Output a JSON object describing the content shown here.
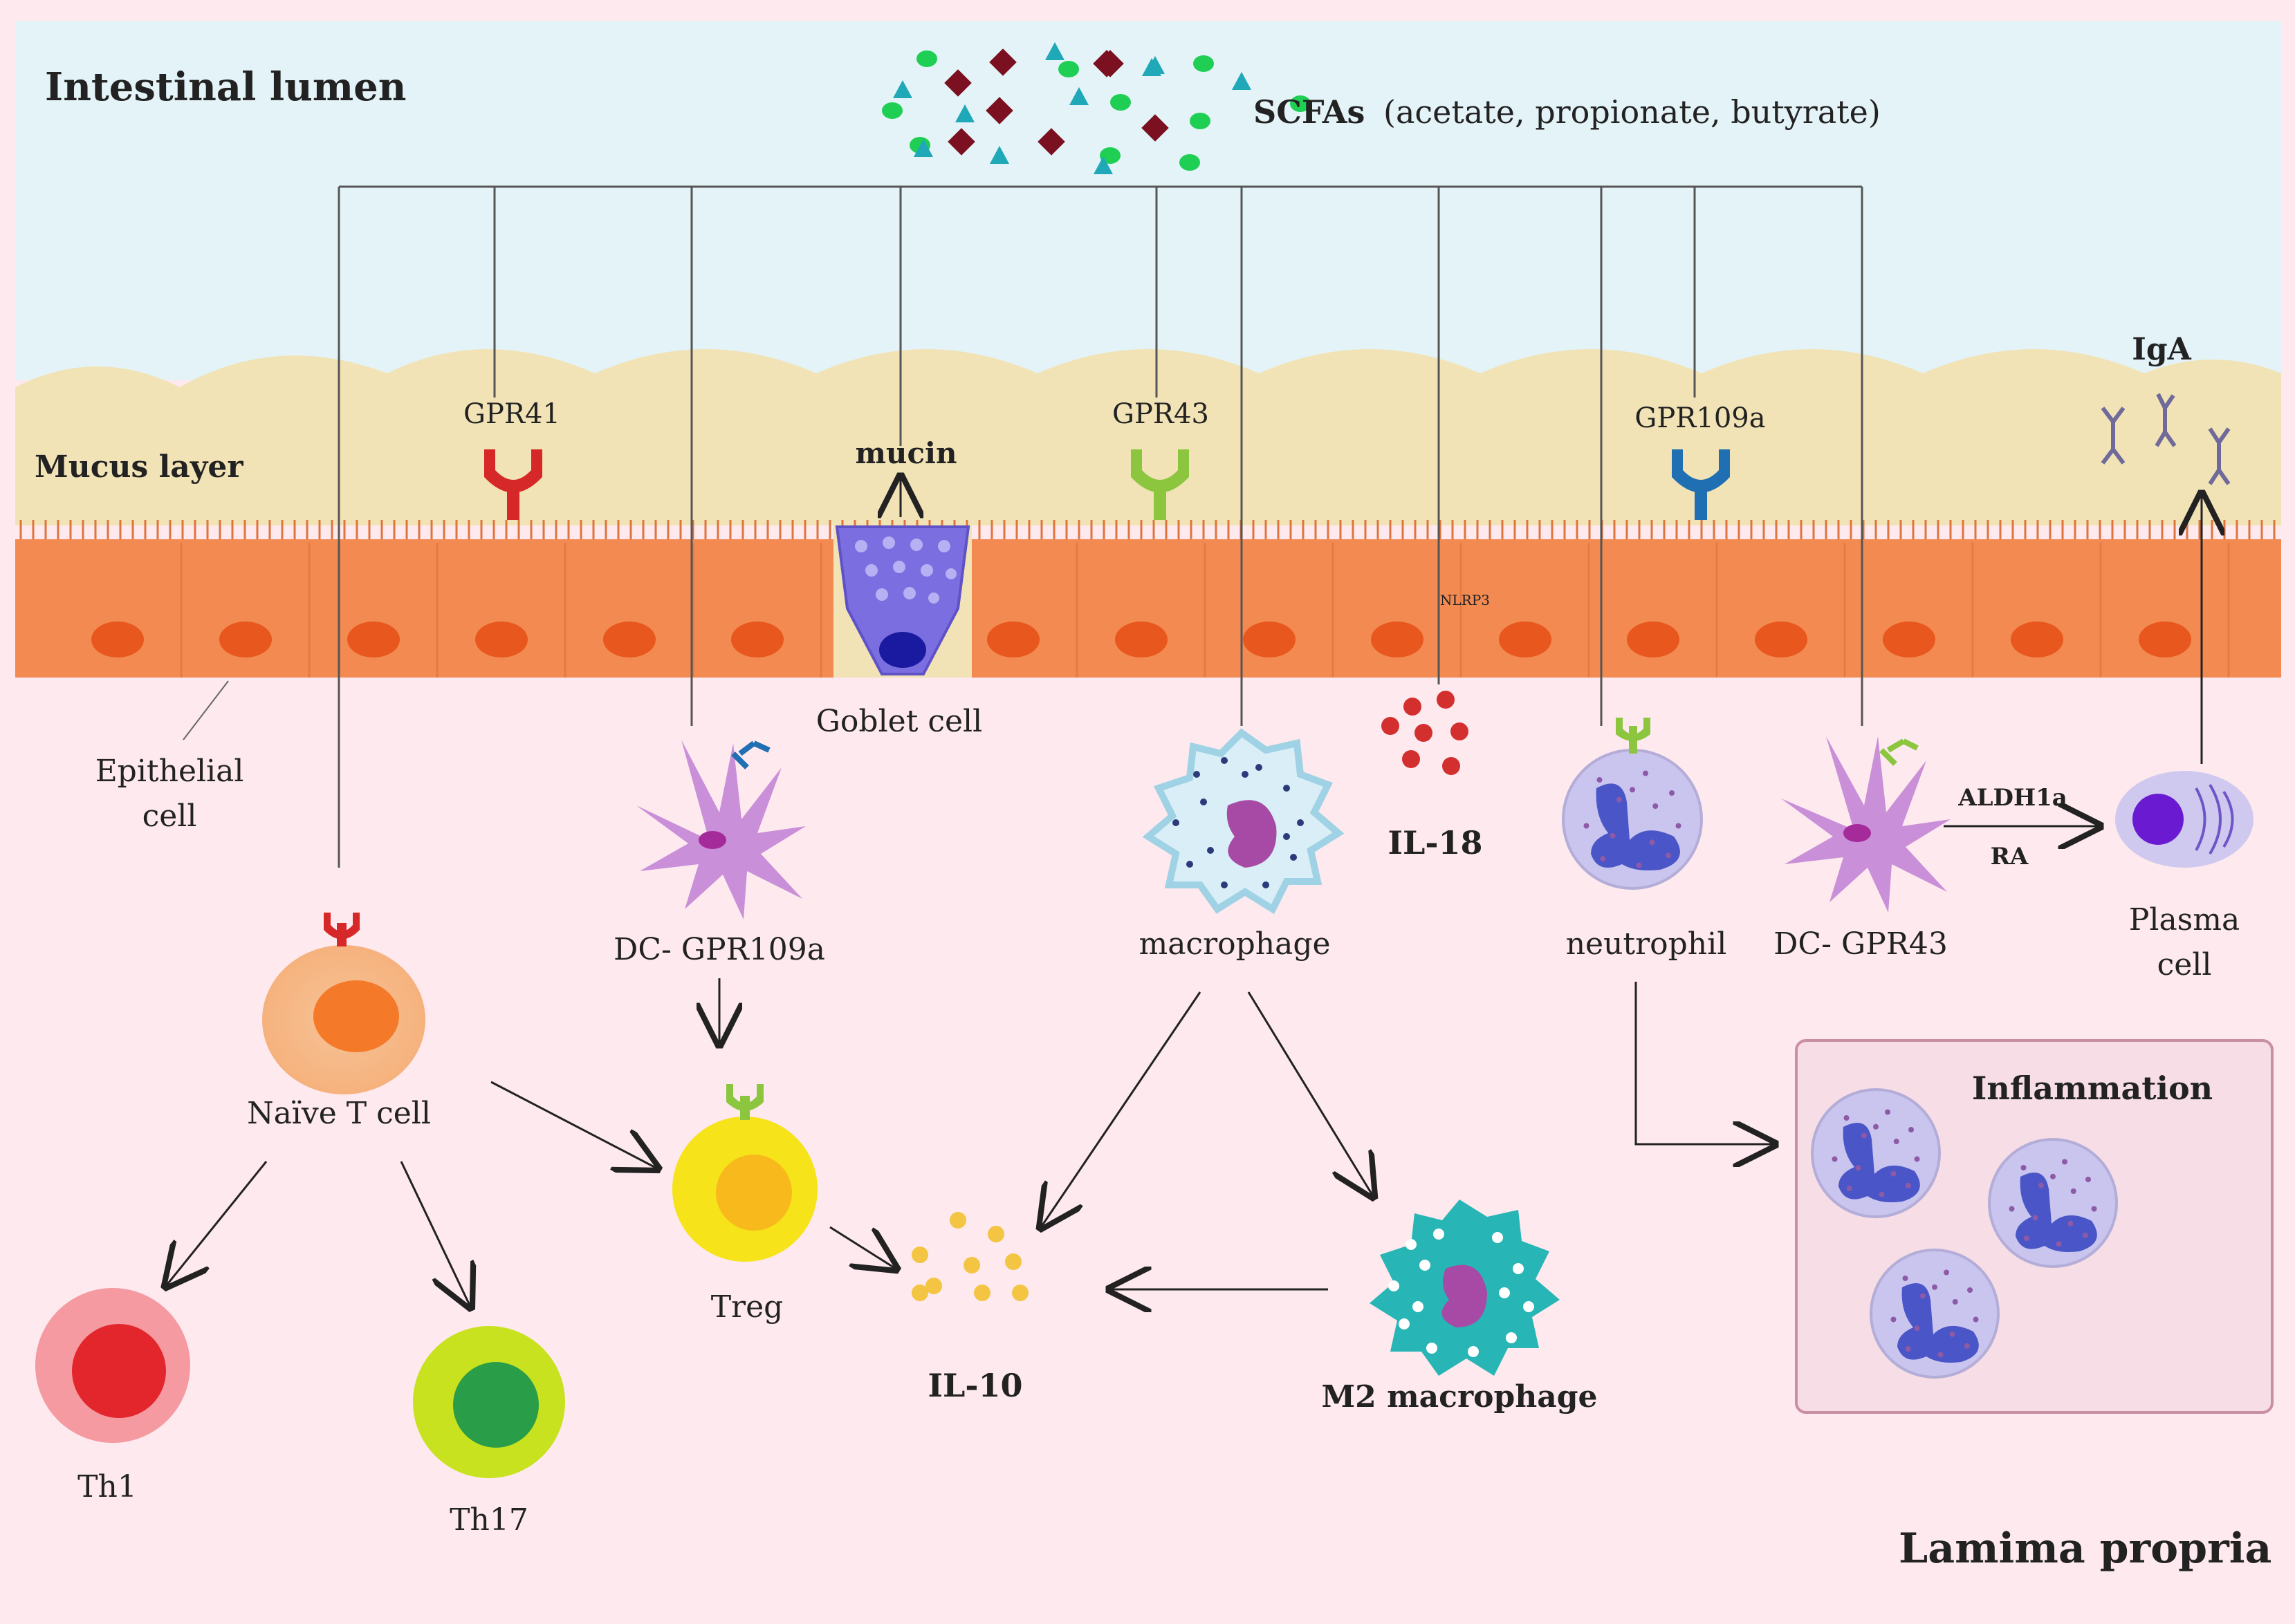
{
  "regions": {
    "lumen_label": "Intestinal lumen",
    "mucus_label": "Mucus layer",
    "lamina_label": "Lamima propria"
  },
  "scfa": {
    "label_bold": "SCFAs",
    "label_rest": "(acetate, propionate, butyrate)"
  },
  "receptors": {
    "gpr41": "GPR41",
    "gpr43": "GPR43",
    "gpr109a": "GPR109a"
  },
  "epithelium": {
    "mucin": "mucin",
    "goblet": "Goblet cell",
    "nlrp3": "NLRP3",
    "epithelial_line1": "Epithelial",
    "epithelial_line2": "cell",
    "iga": "IgA"
  },
  "cells": {
    "naive_t": "Naïve T cell",
    "dc_gpr109a": "DC- GPR109a",
    "macrophage": "macrophage",
    "il18": "IL-18",
    "neutrophil": "neutrophil",
    "dc_gpr43": "DC- GPR43",
    "aldh1a": "ALDH1a",
    "ra": "RA",
    "plasma_line1": "Plasma",
    "plasma_line2": "cell",
    "treg": "Treg",
    "il10": "IL-10",
    "m2": "M2 macrophage",
    "th1": "Th1",
    "th17": "Th17",
    "inflammation": "Inflammation"
  },
  "colors": {
    "lumen_bg": "#e4f3f8",
    "mucus": "#f1e3b6",
    "epithelium": "#f28a52",
    "nucleus": "#e8571d",
    "lamina_bg": "#fde9ee",
    "gpr41": "#d62828",
    "gpr43": "#8cc63f",
    "gpr109a": "#1f6fb2",
    "goblet": "#7b6ee0",
    "dc": "#c98fd8",
    "neutrophil": "#c9c5ee",
    "neutrophil_nucleus": "#4a55c7",
    "treg": "#f6e31a",
    "il10": "#f4c542",
    "m2": "#27b5b5",
    "th1": "#e3262c",
    "th17": "#2a9d48",
    "il18": "#d32f2f"
  }
}
